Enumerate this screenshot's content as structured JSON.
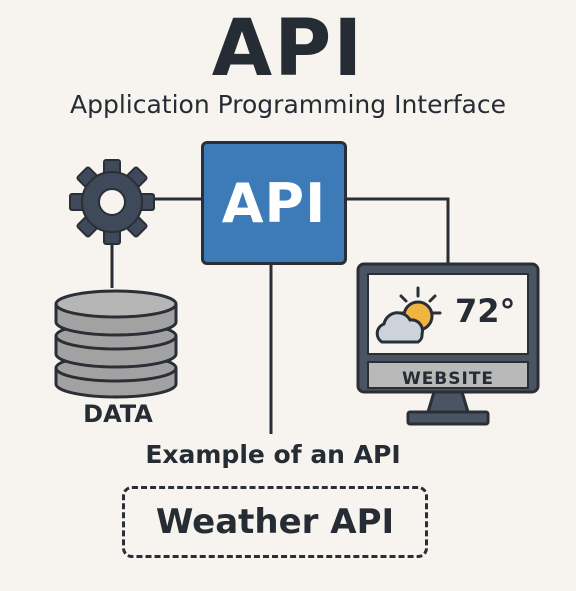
{
  "header": {
    "title": "API",
    "subtitle": "Application Programming Interface"
  },
  "api_node": {
    "label": "API",
    "color": "#3d7bb8"
  },
  "data_node": {
    "label": "DATA",
    "icon": "database-icon"
  },
  "gear_node": {
    "icon": "gear-icon"
  },
  "website_node": {
    "label": "WEBSITE",
    "temperature": "72°",
    "weather_icon": "partly-cloudy-icon"
  },
  "example": {
    "caption": "Example of an API",
    "name": "Weather API"
  },
  "colors": {
    "background": "#f7f3ee",
    "ink": "#2a2f36",
    "api_blue": "#3d7bb8",
    "sun": "#f2b440",
    "cylinder": "#a2a2a2"
  }
}
